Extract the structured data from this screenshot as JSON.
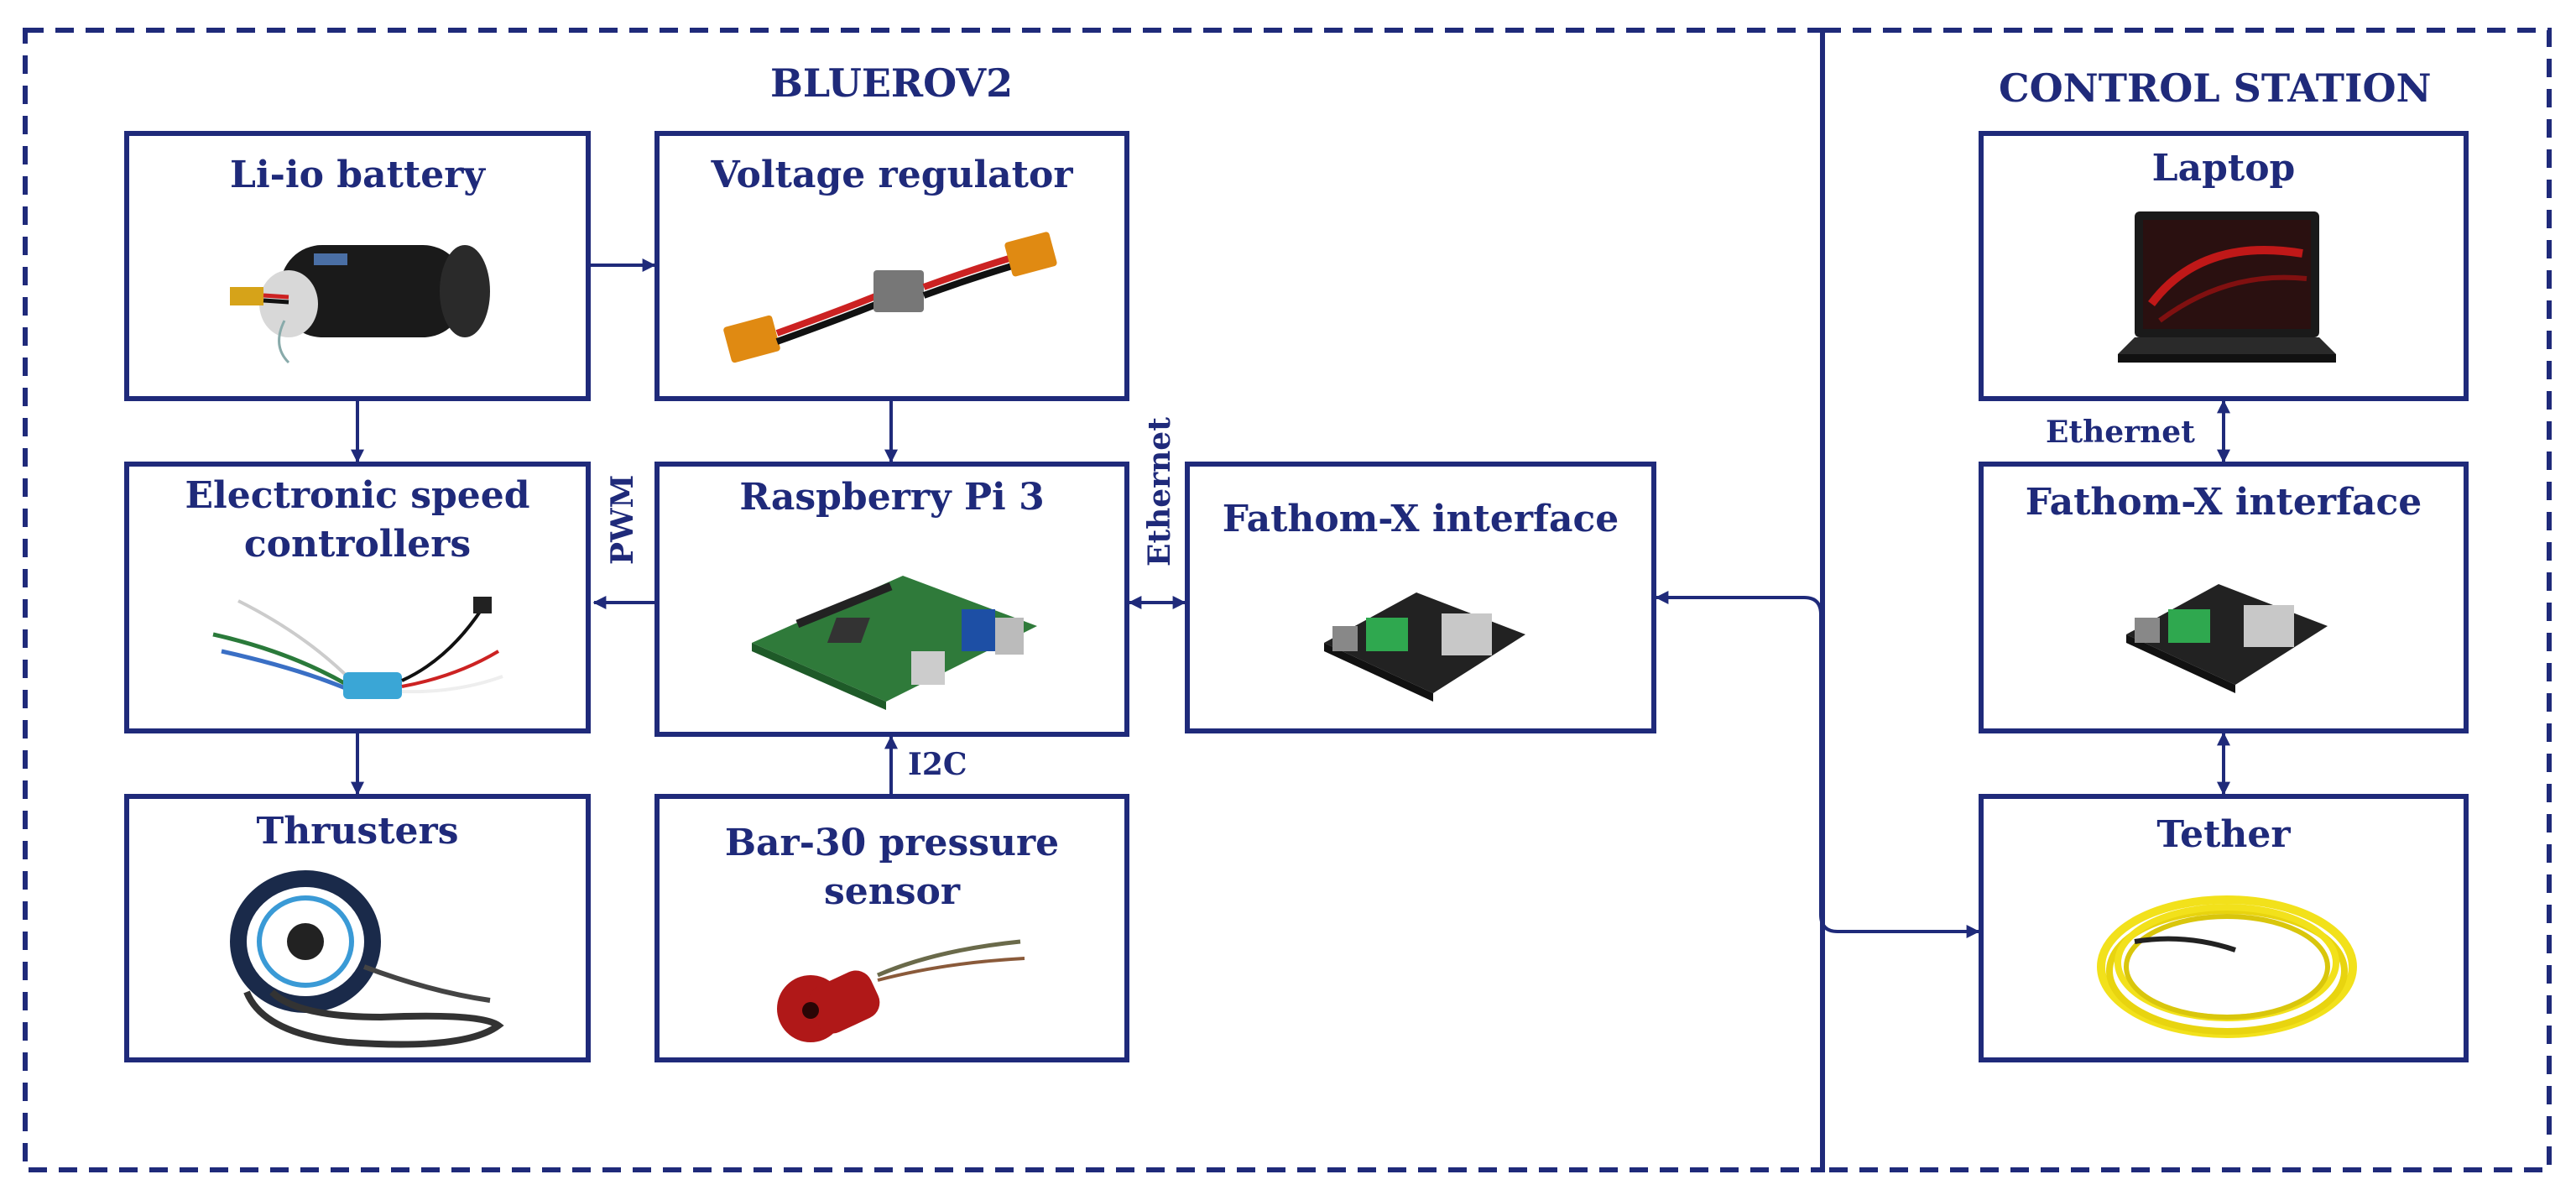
{
  "groups": {
    "bluerov": {
      "title": "BLUEROV2"
    },
    "control": {
      "title": "CONTROL STATION"
    }
  },
  "blocks": {
    "battery": {
      "title": "Li-io battery",
      "icon": "battery-pack-icon"
    },
    "regulator": {
      "title": "Voltage regulator",
      "icon": "voltage-regulator-icon"
    },
    "esc": {
      "title_line1": "Electronic speed",
      "title_line2": "controllers",
      "icon": "esc-wires-icon"
    },
    "raspi": {
      "title": "Raspberry Pi 3",
      "icon": "circuit-board-icon"
    },
    "fathom_rov": {
      "title": "Fathom-X interface",
      "icon": "interface-board-icon"
    },
    "thrusters": {
      "title": "Thrusters",
      "icon": "thruster-icon"
    },
    "bar30": {
      "title_line1": "Bar-30 pressure",
      "title_line2": "sensor",
      "icon": "pressure-sensor-icon"
    },
    "laptop": {
      "title": "Laptop",
      "icon": "laptop-icon"
    },
    "fathom_cs": {
      "title": "Fathom-X interface",
      "icon": "interface-board-icon"
    },
    "tether": {
      "title": "Tether",
      "icon": "cable-coil-icon"
    }
  },
  "edges": {
    "pwm": "PWM",
    "ethernet_rov": "Ethernet",
    "i2c": "I2C",
    "ethernet_cs": "Ethernet"
  },
  "colors": {
    "line": "#1f2a7a",
    "battery": "#1a1a1a",
    "sensor": "#b01818",
    "tether": "#f2e11b",
    "board": "#2f7a3a"
  }
}
